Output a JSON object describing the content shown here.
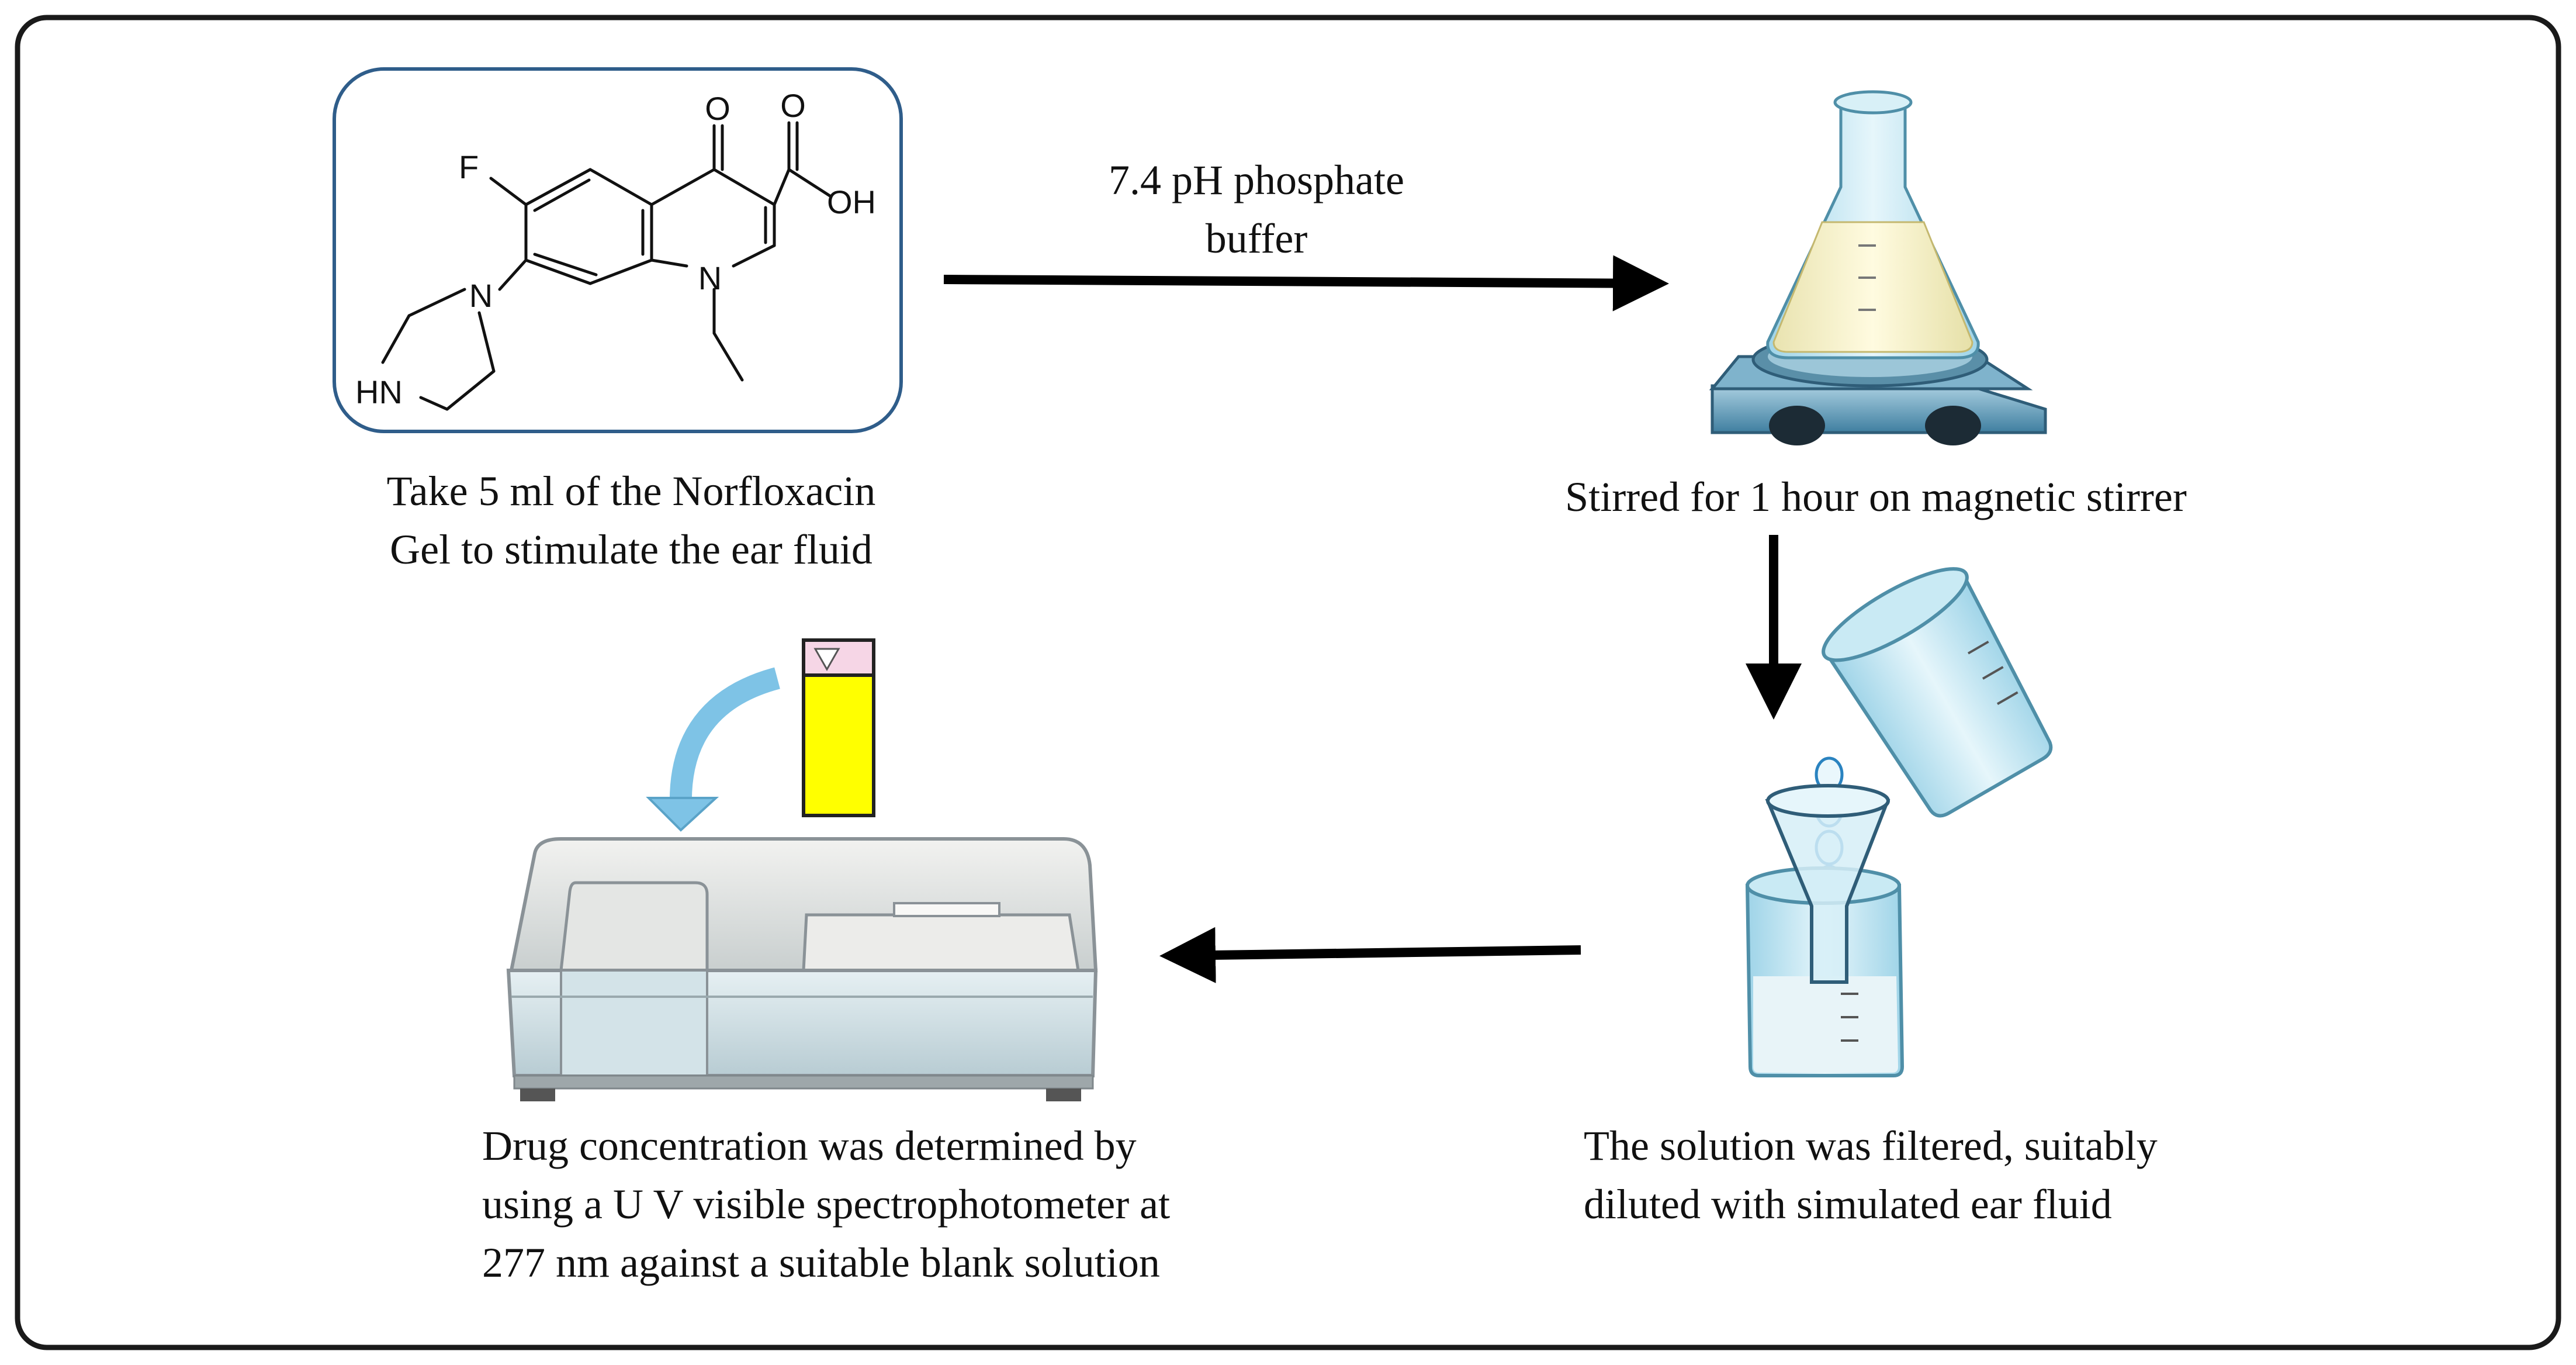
{
  "colors": {
    "frame": "#1a1a1a",
    "molecule_box": "#2f5d8a",
    "arrow": "#000000",
    "cuvette_liquid": "#ffff00",
    "glass": "#bfe6f2",
    "instrument_body": "#dfe7ea"
  },
  "steps": {
    "step1": {
      "label_lines": [
        "Take 5 ml of the Norfloxacin",
        "Gel to stimulate the ear fluid"
      ],
      "molecule_atoms": {
        "oxo": "O",
        "carbonyl_o": "O",
        "hydroxyl": "OH",
        "fluoro": "F",
        "ring_n": "N",
        "piperazine_n": "N",
        "amine": "HN"
      }
    },
    "arrow1_label_lines": [
      "7.4 pH phosphate",
      "buffer"
    ],
    "step2": {
      "label_lines": [
        "Stirred for 1 hour on magnetic stirrer"
      ]
    },
    "step3": {
      "label_lines": [
        "The solution was filtered, suitably",
        "diluted with simulated ear fluid"
      ]
    },
    "step4": {
      "label_lines": [
        "Drug concentration was determined by",
        "using a U V visible spectrophotometer at",
        "277 nm against a suitable blank solution"
      ]
    }
  },
  "icons": [
    "norfloxacin-structure",
    "erlenmeyer-flask-icon",
    "magnetic-stirrer-icon",
    "beaker-pour-icon",
    "funnel-filter-icon",
    "cuvette-icon",
    "spectrophotometer-icon"
  ]
}
